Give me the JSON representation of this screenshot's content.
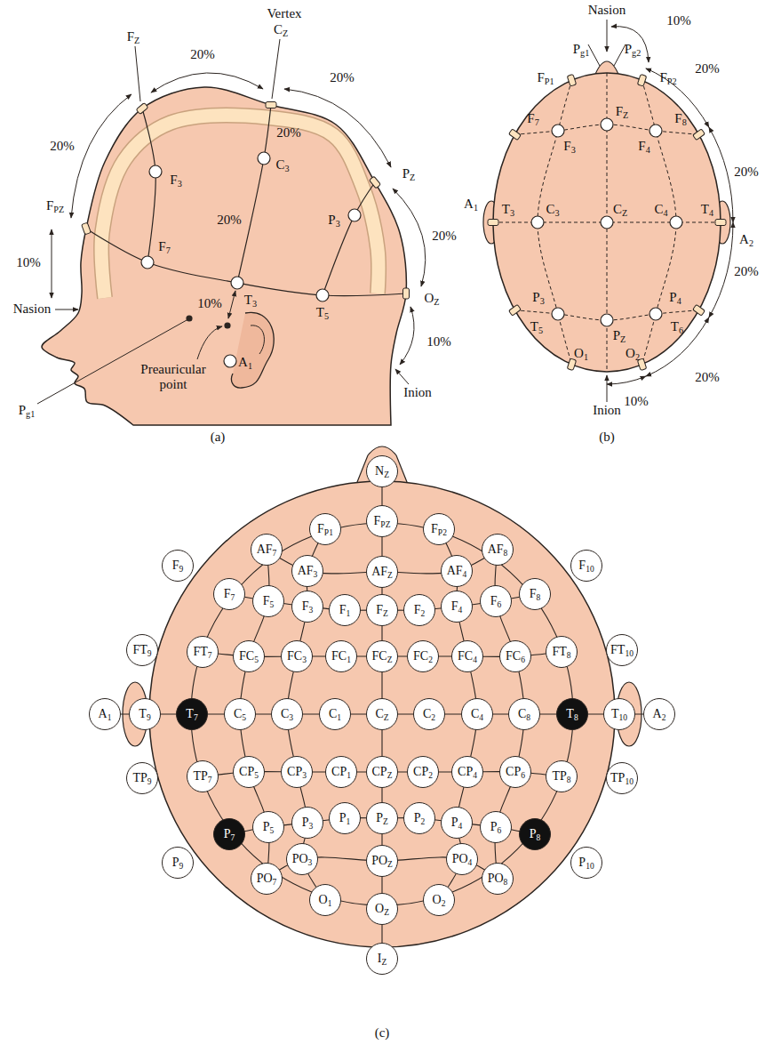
{
  "diagram": {
    "nodes": [
      {
        "text": [
          "NZ"
        ]
      },
      {
        "text": [
          "FP1"
        ]
      },
      {
        "text": [
          "FPZ"
        ]
      },
      {
        "text": [
          "FP2"
        ]
      },
      {
        "text": [
          "AF7"
        ]
      },
      {
        "text": [
          "AF3"
        ]
      },
      {
        "text": [
          "AFZ"
        ]
      },
      {
        "text": [
          "AF4"
        ]
      },
      {
        "text": [
          "AF8"
        ]
      },
      {
        "text": [
          "F9"
        ]
      },
      {
        "text": [
          "F7"
        ]
      },
      {
        "text": [
          "F5"
        ]
      },
      {
        "text": [
          "F3"
        ]
      },
      {
        "text": [
          "F1"
        ]
      },
      {
        "text": [
          "FZ"
        ]
      },
      {
        "text": [
          "F2"
        ]
      },
      {
        "text": [
          "F4"
        ]
      },
      {
        "text": [
          "F6"
        ]
      },
      {
        "text": [
          "F8"
        ]
      },
      {
        "text": [
          "F10"
        ]
      },
      {
        "text": [
          "FT9"
        ]
      },
      {
        "text": [
          "FT7"
        ]
      },
      {
        "text": [
          "FC5"
        ]
      },
      {
        "text": [
          "FC3"
        ]
      },
      {
        "text": [
          "FC1"
        ]
      },
      {
        "text": [
          "FCZ"
        ]
      },
      {
        "text": [
          "FC2"
        ]
      },
      {
        "text": [
          "FC4"
        ]
      },
      {
        "text": [
          "FC6"
        ]
      },
      {
        "text": [
          "FT8"
        ]
      },
      {
        "text": [
          "FT10"
        ]
      },
      {
        "text": [
          "A1"
        ]
      },
      {
        "text": [
          "T9"
        ]
      },
      {
        "text": [
          "T7"
        ]
      },
      {
        "text": [
          "C5"
        ]
      },
      {
        "text": [
          "C3"
        ]
      },
      {
        "text": [
          "C1"
        ]
      },
      {
        "text": [
          "CZ"
        ]
      },
      {
        "text": [
          "C2"
        ]
      },
      {
        "text": [
          "C4"
        ]
      },
      {
        "text": [
          "C8"
        ]
      },
      {
        "text": [
          "T8"
        ]
      },
      {
        "text": [
          "T10"
        ]
      },
      {
        "text": [
          "A2"
        ]
      },
      {
        "text": [
          "TP9"
        ]
      },
      {
        "text": [
          "TP7"
        ]
      },
      {
        "text": [
          "CP5"
        ]
      },
      {
        "text": [
          "CP3"
        ]
      },
      {
        "text": [
          "CP1"
        ]
      },
      {
        "text": [
          "CPZ"
        ]
      },
      {
        "text": [
          "CP2"
        ]
      },
      {
        "text": [
          "CP4"
        ]
      },
      {
        "text": [
          "CP6"
        ]
      },
      {
        "text": [
          "TP8"
        ]
      },
      {
        "text": [
          "TP10"
        ]
      },
      {
        "text": [
          "P9"
        ]
      },
      {
        "text": [
          "P7"
        ]
      },
      {
        "text": [
          "P5"
        ]
      },
      {
        "text": [
          "P3"
        ]
      },
      {
        "text": [
          "P1"
        ]
      },
      {
        "text": [
          "PZ"
        ]
      },
      {
        "text": [
          "P2"
        ]
      },
      {
        "text": [
          "P4"
        ]
      },
      {
        "text": [
          "P6"
        ]
      },
      {
        "text": [
          "P8"
        ]
      },
      {
        "text": [
          "P10"
        ]
      },
      {
        "text": [
          "PO7"
        ]
      },
      {
        "text": [
          "PO3"
        ]
      },
      {
        "text": [
          "POZ"
        ]
      },
      {
        "text": [
          "PO4"
        ]
      },
      {
        "text": [
          "PO8"
        ]
      },
      {
        "text": [
          "O1"
        ]
      },
      {
        "text": [
          "OZ"
        ]
      },
      {
        "text": [
          "O2"
        ]
      },
      {
        "text": [
          "IZ"
        ]
      }
    ],
    "labels": [
      "Vertex",
      "FZ",
      "CZ",
      "20%",
      "20%",
      "20%",
      "FPZ",
      "F3",
      "20%",
      "C3",
      "20%",
      "PZ",
      "P3",
      "20%",
      "10%",
      "F7",
      "T3",
      "10%",
      "T5",
      "OZ",
      "Nasion",
      "Preauricular point",
      "A1",
      "10%",
      "Inion",
      "Pg1",
      "(a)",
      "Nasion",
      "Pg1",
      "Pg2",
      "10%",
      "FP1",
      "FP2",
      "20%",
      "F7",
      "F3",
      "FZ",
      "F4",
      "F8",
      "20%",
      "A1",
      "T3",
      "C3",
      "CZ",
      "C4",
      "T4",
      "A2",
      "20%",
      "T5",
      "P3",
      "PZ",
      "P4",
      "T6",
      "O1",
      "O2",
      "20%",
      "Inion",
      "10%",
      "(b)",
      "(c)"
    ]
  }
}
